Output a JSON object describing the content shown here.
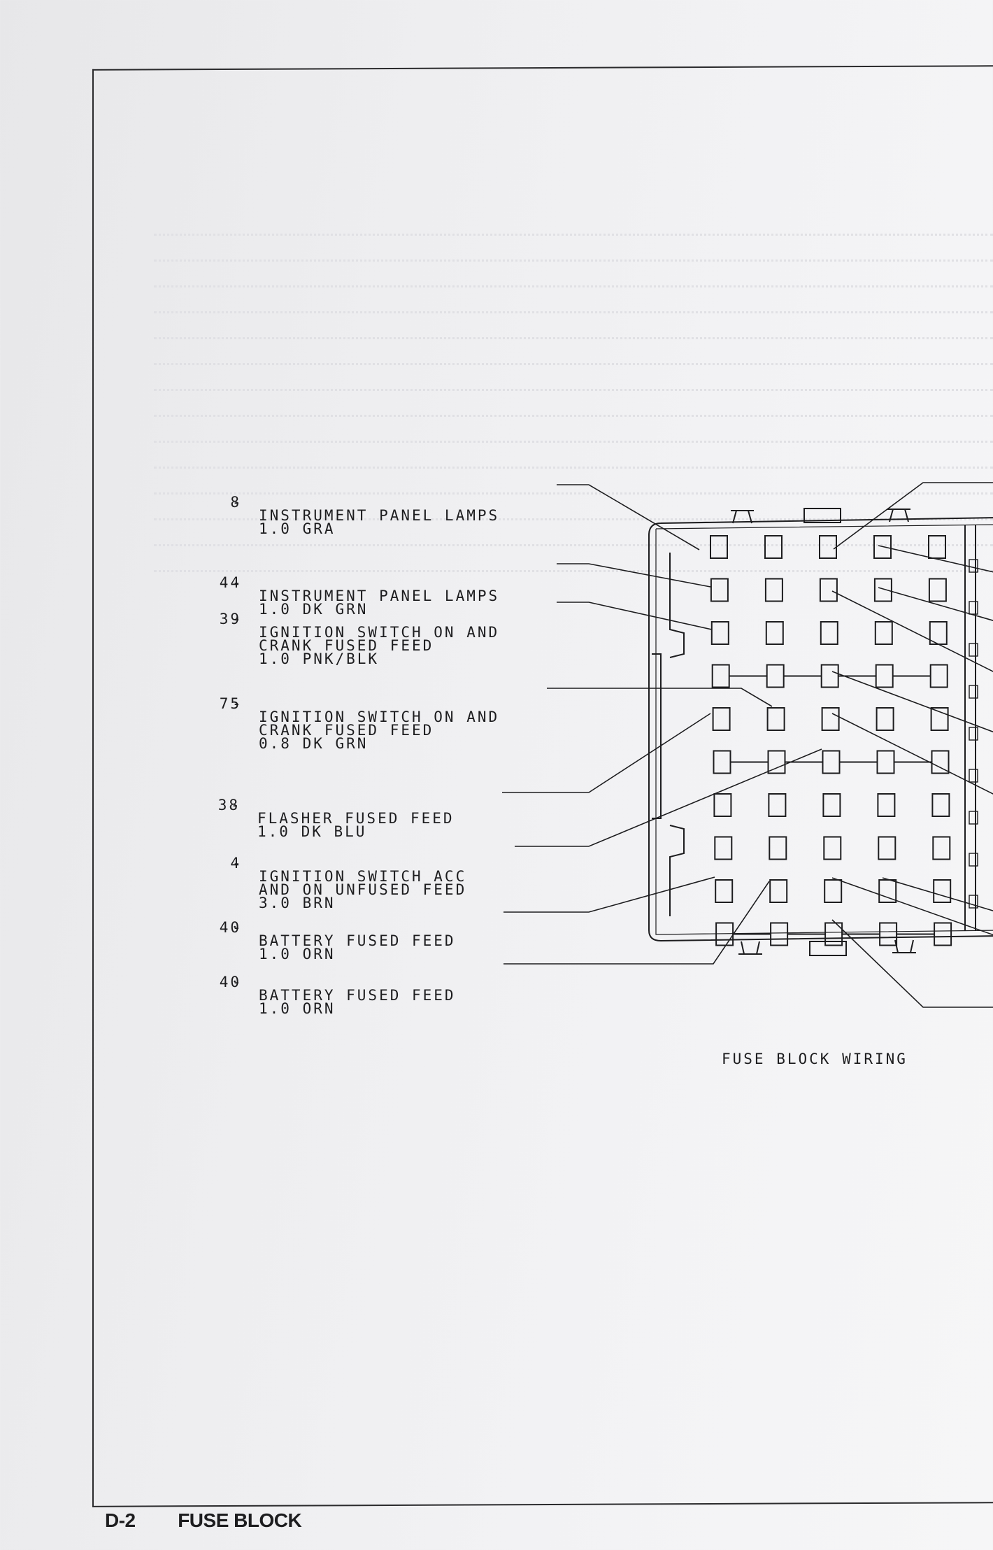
{
  "page": {
    "footer_page": "D-2",
    "footer_title": "FUSE BLOCK",
    "caption": "FUSE BLOCK WIRING"
  },
  "labels": [
    {
      "num": "8",
      "line1": "INSTRUMENT PANEL LAMPS",
      "line2": "1.0 GRA",
      "line3": ""
    },
    {
      "num": "44",
      "line1": "INSTRUMENT PANEL LAMPS",
      "line2": "1.0 DK GRN",
      "line3": ""
    },
    {
      "num": "39",
      "line1": "IGNITION SWITCH ON AND",
      "line2": "CRANK FUSED FEED",
      "line3": "1.0 PNK/BLK"
    },
    {
      "num": "75",
      "line1": "IGNITION SWITCH ON AND",
      "line2": "CRANK FUSED FEED",
      "line3": "0.8 DK GRN"
    },
    {
      "num": "38",
      "line1": "FLASHER FUSED FEED",
      "line2": "1.0 DK BLU",
      "line3": ""
    },
    {
      "num": "4",
      "line1": "IGNITION SWITCH ACC",
      "line2": "AND ON UNFUSED FEED",
      "line3": "3.0 BRN"
    },
    {
      "num": "40",
      "line1": "BATTERY FUSED FEED",
      "line2": "1.0 ORN",
      "line3": ""
    },
    {
      "num": "40",
      "line1": "BATTERY FUSED FEED",
      "line2": "1.0 ORN",
      "line3": ""
    }
  ]
}
